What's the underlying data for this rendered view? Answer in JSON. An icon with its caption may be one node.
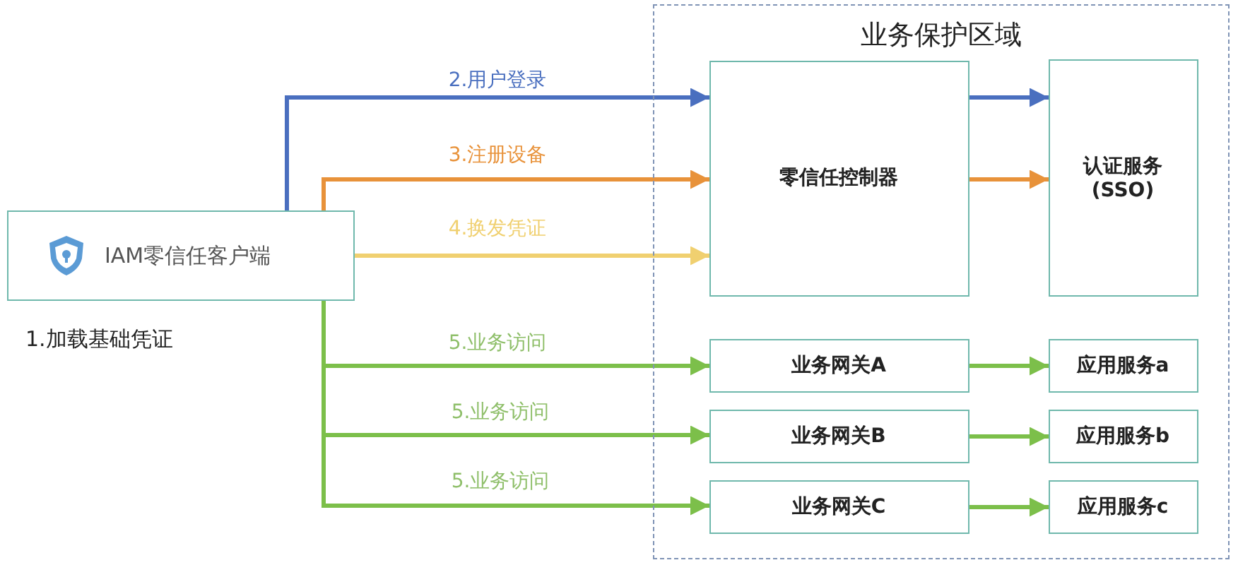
{
  "diagram": {
    "nodes": [
      {
        "text": [
          "IAM零信任客户端"
        ],
        "beside": [
          "1.加载基础凭证"
        ]
      },
      {
        "text": [
          "业务保护区域"
        ]
      },
      {
        "text": [
          "零信任控制器"
        ],
        "in": 1
      },
      {
        "text": [
          "认证服务 (SSO)"
        ],
        "in": 1
      },
      {
        "text": [
          "业务网关A"
        ],
        "in": 1
      },
      {
        "text": [
          "应用服务a"
        ],
        "in": 1
      },
      {
        "text": [
          "业务网关B"
        ],
        "in": 1
      },
      {
        "text": [
          "应用服务b"
        ],
        "in": 1
      },
      {
        "text": [
          "业务网关C"
        ],
        "in": 1
      },
      {
        "text": [
          "应用服务c"
        ],
        "in": 1
      }
    ],
    "edges": [
      {
        "from": 0,
        "to": 2,
        "arrow": "to",
        "label": "2.用户登录",
        "color": "#4a6fbf"
      },
      {
        "from": 0,
        "to": 2,
        "arrow": "to",
        "label": "3.注册设备",
        "color": "#e8923a"
      },
      {
        "from": 0,
        "to": 2,
        "arrow": "to",
        "label": "4.换发凭证",
        "color": "#f0d070"
      },
      {
        "from": 0,
        "to": 4,
        "arrow": "to",
        "label": "5.业务访问"
      },
      {
        "from": 0,
        "to": 6,
        "arrow": "to",
        "label": "5.业务访问"
      },
      {
        "from": 0,
        "to": 8,
        "arrow": "to",
        "label": "5.业务访问"
      },
      {
        "from": 2,
        "to": 3,
        "arrow": "to",
        "color": "#4a6fbf"
      },
      {
        "from": 2,
        "to": 3,
        "arrow": "to",
        "color": "#e8923a"
      },
      {
        "from": 4,
        "to": 5,
        "arrow": "to"
      },
      {
        "from": 6,
        "to": 7,
        "arrow": "to"
      },
      {
        "from": 8,
        "to": 9,
        "arrow": "to"
      }
    ]
  }
}
